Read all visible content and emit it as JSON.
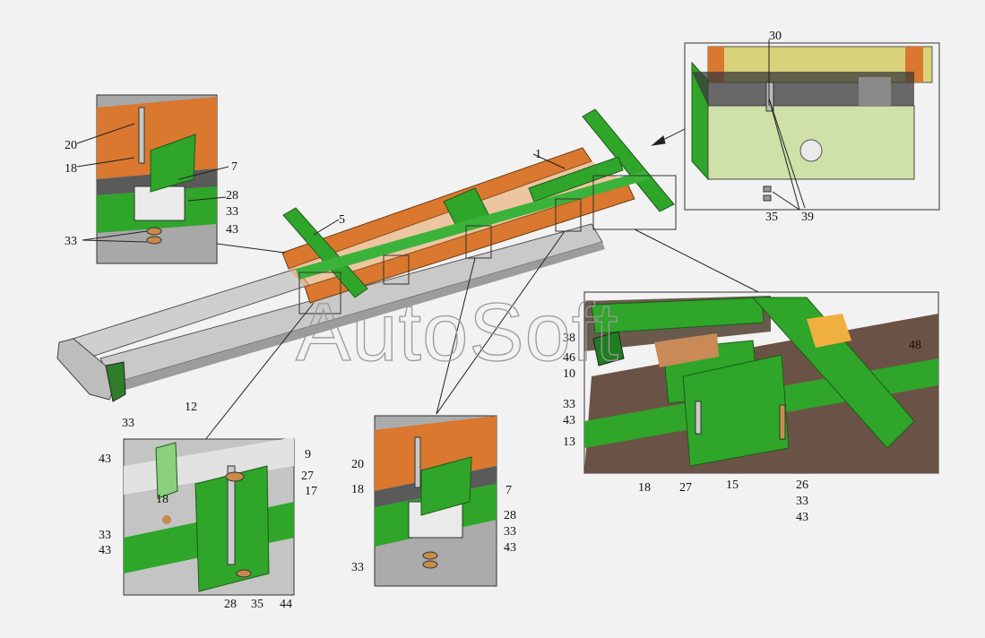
{
  "watermark": "AutoSoft",
  "colors": {
    "frame_orange": "#d9782e",
    "bracket_green": "#2fa52a",
    "gray_rail": "#c7c7c7",
    "dark": "#333333"
  },
  "callouts": {
    "main": {
      "c1": "1",
      "c5": "5"
    },
    "top_left": {
      "c20": "20",
      "c18": "18",
      "c7": "7",
      "c28": "28",
      "c33a": "33",
      "c43": "43",
      "c33b": "33"
    },
    "top_right": {
      "c30": "30",
      "c35": "35",
      "c39": "39"
    },
    "bottom_left": {
      "c12": "12",
      "c33a": "33",
      "c43a": "43",
      "c9": "9",
      "c27": "27",
      "c17": "17",
      "c18": "18",
      "c33b": "33",
      "c43b": "43",
      "c28": "28",
      "c35": "35",
      "c44": "44"
    },
    "bottom_middle": {
      "c20": "20",
      "c18": "18",
      "c7": "7",
      "c28": "28",
      "c33a": "33",
      "c43": "43",
      "c33b": "33"
    },
    "bottom_right": {
      "c38": "38",
      "c46": "46",
      "c10": "10",
      "c33": "33",
      "c43": "43",
      "c13": "13",
      "c48": "48",
      "c18": "18",
      "c27": "27",
      "c15": "15",
      "c26": "26",
      "c33b": "33",
      "c43b": "43"
    }
  }
}
